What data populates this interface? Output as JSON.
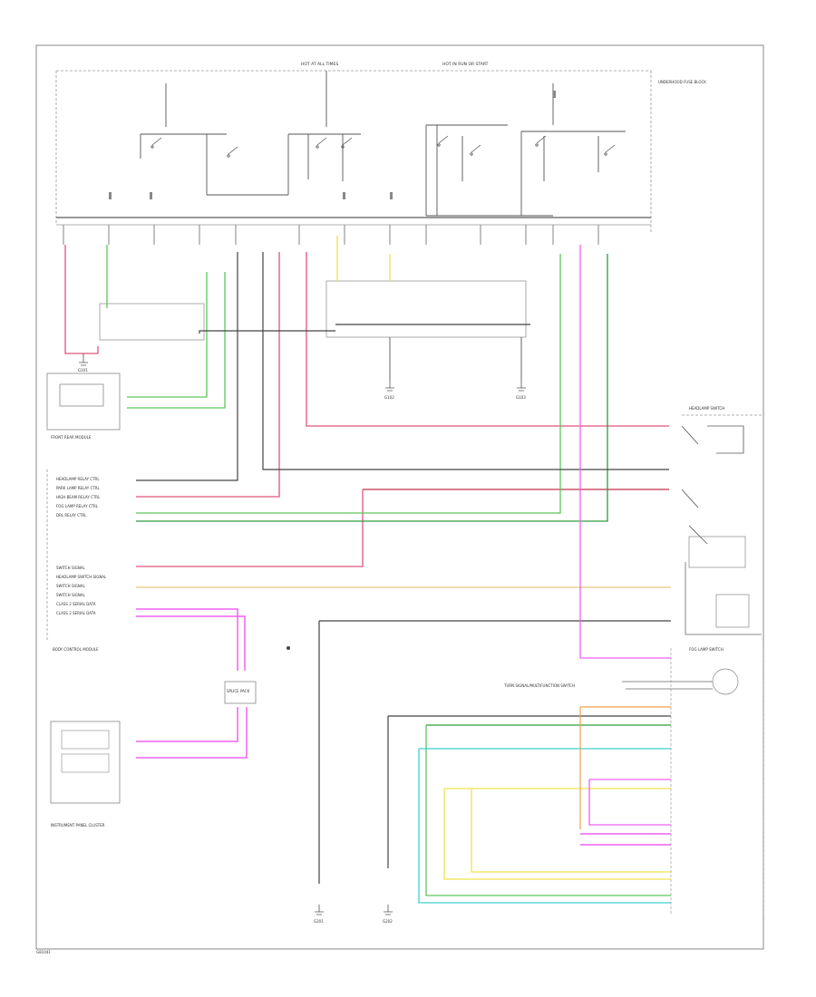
{
  "diagram": {
    "top_labels": {
      "hot_at_all_times": "HOT AT ALL TIMES",
      "hot_in_run_start": "HOT IN RUN OR START"
    },
    "fuse_block_label": "UNDERHOOD FUSE BLOCK",
    "modules": {
      "front_module": "FRONT REAR MODULE",
      "instrument_cluster": "INSTRUMENT PANEL CLUSTER",
      "body_control": "BODY CONTROL MODULE",
      "bcm_lines": [
        "HEADLAMP RELAY CTRL",
        "PARK LAMP RELAY CTRL",
        "HIGH BEAM RELAY CTRL",
        "FOG LAMP RELAY CTRL",
        "DRL RELAY CTRL"
      ],
      "switch_lines": [
        "SWITCH SIGNAL",
        "HEADLAMP SWITCH SIGNAL",
        "SWITCH SIGNAL",
        "SWITCH SIGNAL",
        "CLASS 2 SERIAL DATA",
        "CLASS 2 SERIAL DATA"
      ]
    },
    "right_labels": {
      "headlamp_switch": "HEADLAMP SWITCH",
      "fog_lamp_switch": "FOG LAMP SWITCH",
      "turn_signal": "TURN SIGNAL/MULTIFUNCTION SWITCH"
    },
    "connector_label": "SPLICE PACK",
    "ground_labels": [
      "G101",
      "G102",
      "G103",
      "G201",
      "G202"
    ],
    "footer": "G81041"
  }
}
